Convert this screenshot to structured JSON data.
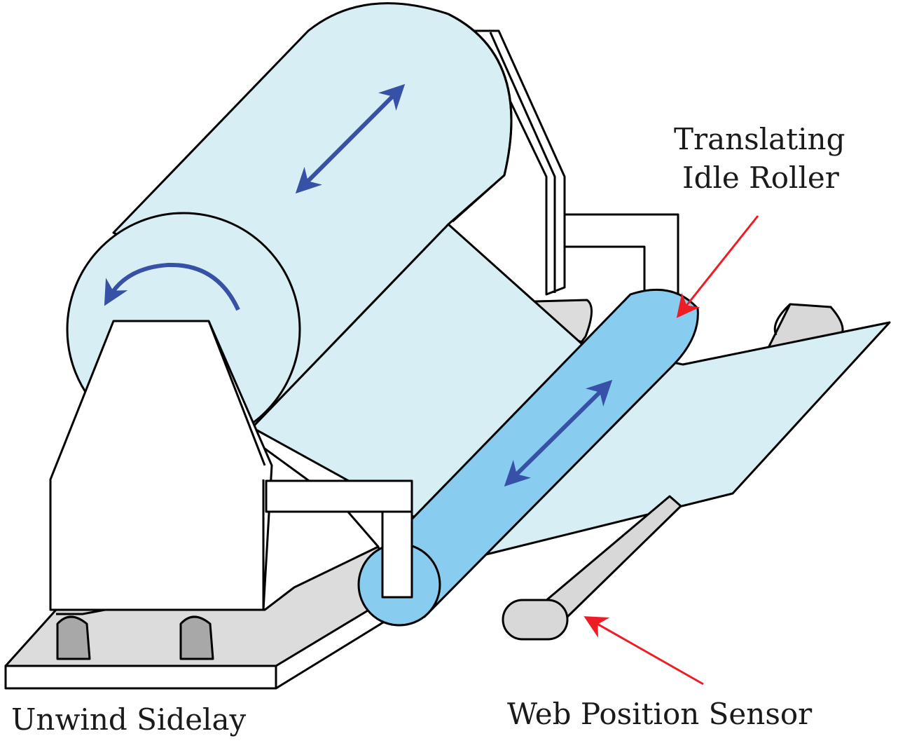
{
  "labels": {
    "roller_line1": "Translating",
    "roller_line2": "Idle Roller",
    "unwind": "Unwind Sidelay",
    "sensor": "Web Position Sensor"
  },
  "colors": {
    "stroke": "#000000",
    "roll_fill": "#d6eef4",
    "web_fill": "#d6eef4",
    "idle_roller_fill": "#88cdf0",
    "base_fill": "#dcdcdc",
    "sensor_fill": "#d8d8d8",
    "knob_fill": "#a8a8a8",
    "motion_arrow": "#3651a6",
    "callout_arrow": "#ee1c25"
  },
  "icons": {
    "rotation": "curved-rotation-arrow-icon",
    "translation": "double-headed-arrow-icon",
    "callout": "red-pointer-arrow-icon"
  }
}
